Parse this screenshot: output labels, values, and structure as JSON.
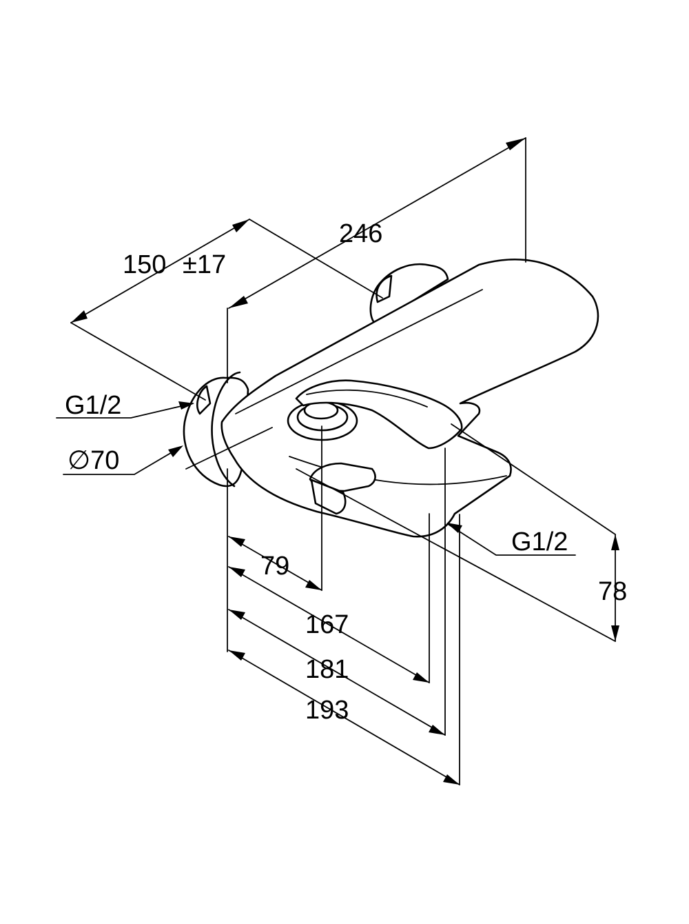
{
  "dimensions": {
    "depth_base": "150",
    "depth_tolerance": "±17",
    "total_length": "246",
    "inlet_thread_left": "G1/2",
    "escutcheon_diameter": "∅70",
    "outlet_thread": "G1/2",
    "height": "78",
    "dim_79": "79",
    "dim_167": "167",
    "dim_181": "181",
    "dim_193": "193"
  }
}
